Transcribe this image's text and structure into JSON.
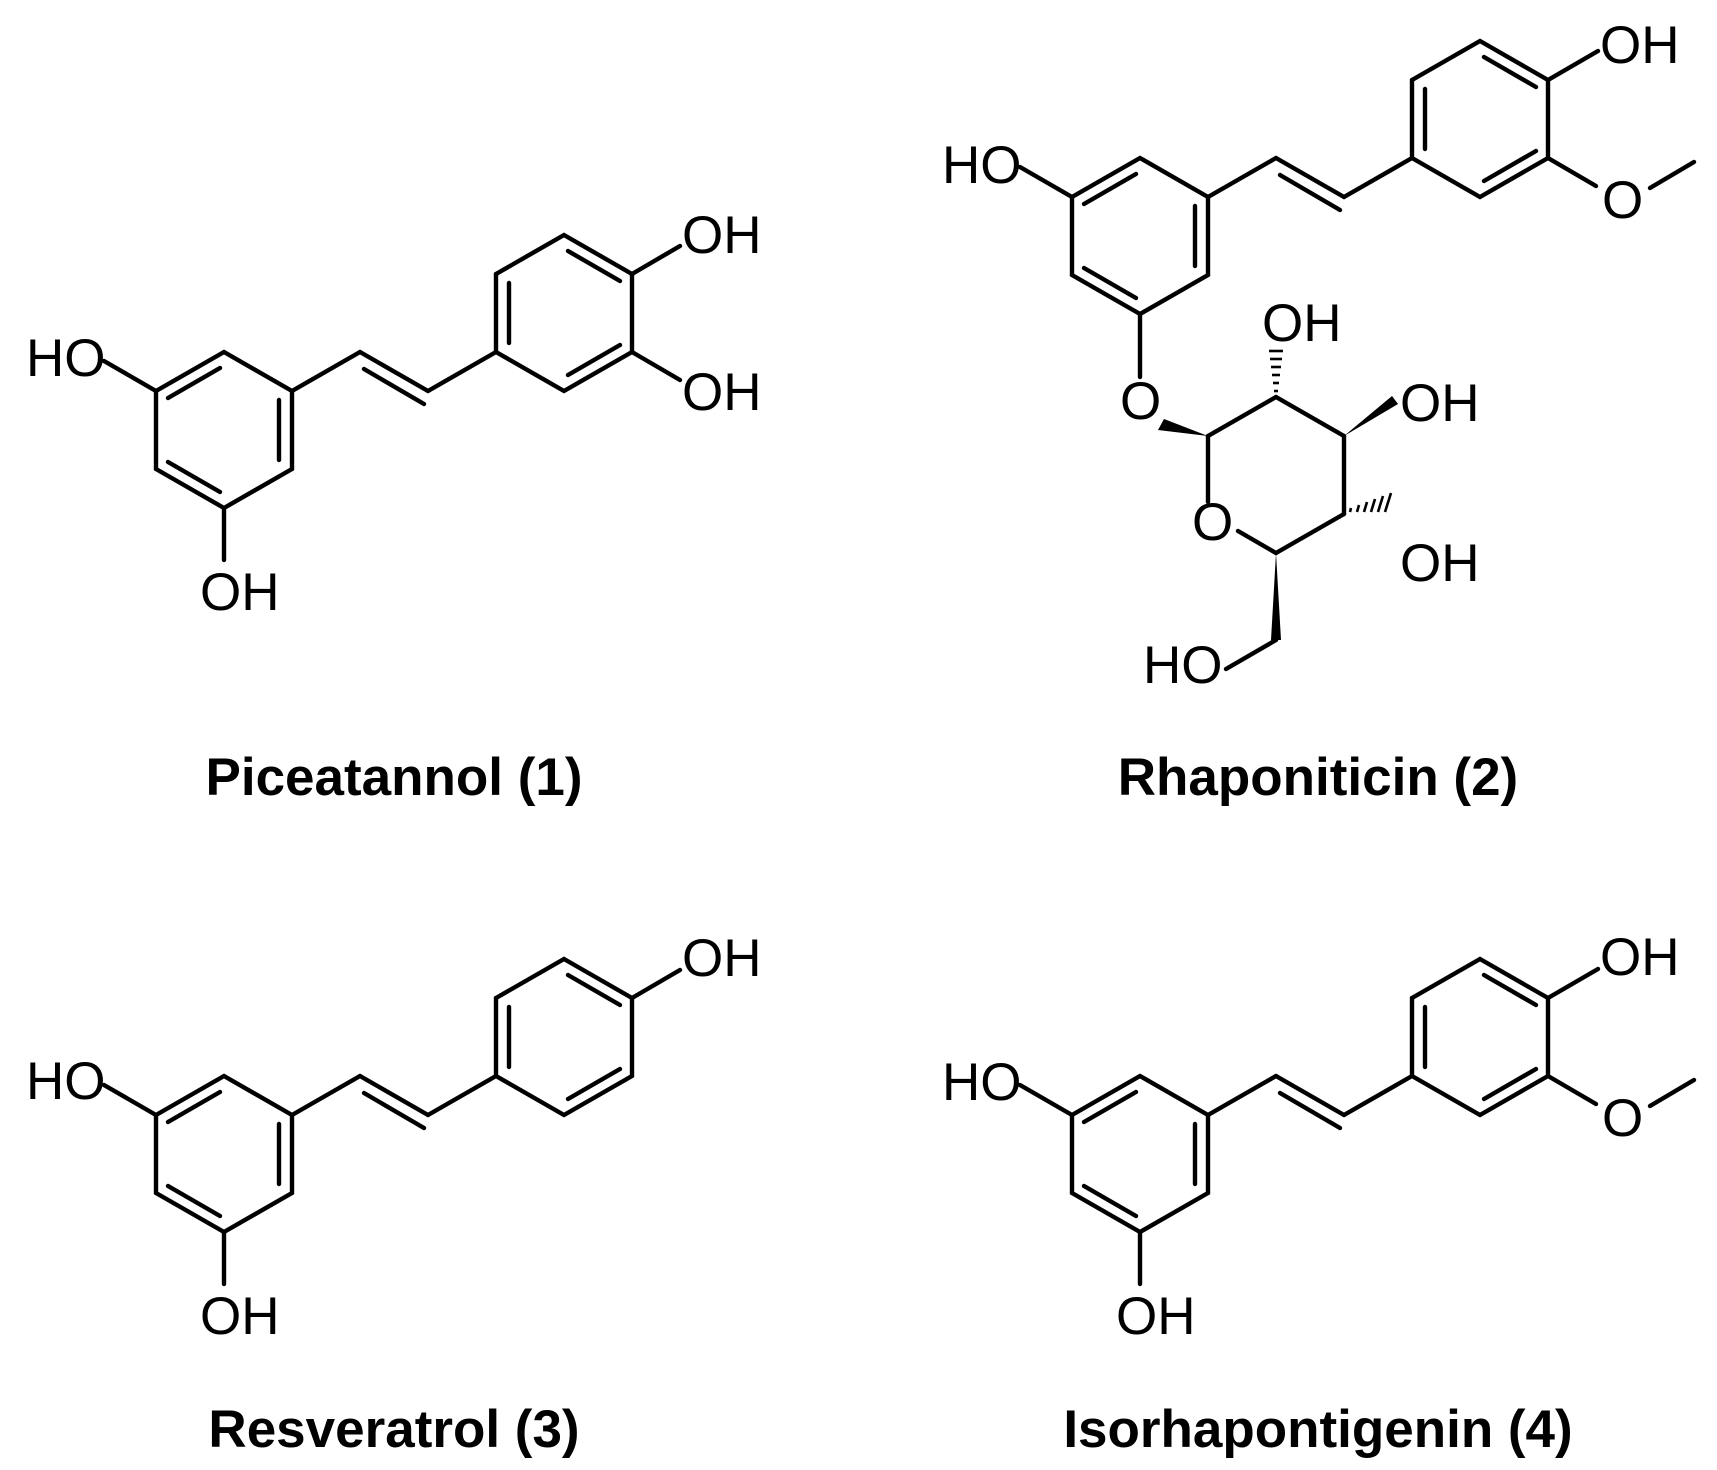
{
  "compounds": [
    {
      "name": "Piceatannol (1)",
      "substituents": [
        "HO",
        "OH",
        "OH",
        "OH"
      ]
    },
    {
      "name": "Rhaponiticin  (2)",
      "substituents": [
        "HO",
        "OH",
        "O",
        "O",
        "OH",
        "OH",
        "OH",
        "O",
        "HO"
      ]
    },
    {
      "name": "Resveratrol  (3)",
      "substituents": [
        "HO",
        "OH",
        "OH"
      ]
    },
    {
      "name": "Isorhapontigenin (4)",
      "substituents": [
        "HO",
        "OH",
        "OH",
        "O"
      ]
    }
  ]
}
